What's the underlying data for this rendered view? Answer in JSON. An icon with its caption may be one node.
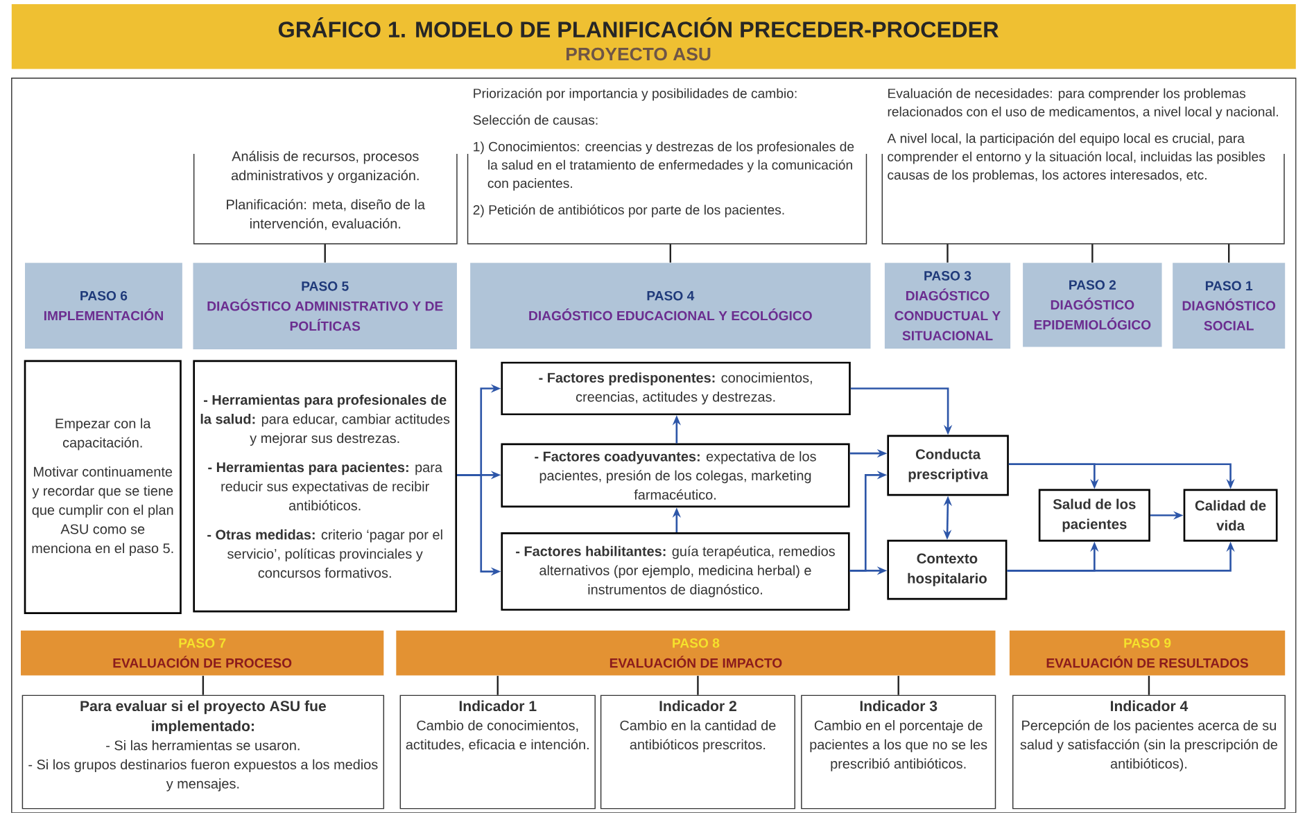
{
  "diagram": {
    "title": "GRÁFICO 1. MODELO DE PLANIFICACIÓN PRECEDER-PROCEDER",
    "nodes": [
      {
        "text": [
          "Análisis de recursos, procesos administrativos y organización.",
          "Planificación: meta, diseño de la intervención, evaluación."
        ]
      },
      {
        "text": [
          "Priorización por importancia y posibilidades de cambio:",
          "Selección de causas:",
          "1) Conocimientos: creencias y destrezas de los profesionales de la salud en el tratamiento de enfermedades y la comunicación con pacientes.",
          "2) Petición de antibióticos por parte de los pacientes."
        ]
      },
      {
        "text": [
          "Evaluación de necesidades: para comprender los problemas relacionados con el uso de medicamentos, a nivel local y nacional.",
          "A nivel local, la participación del equipo local es crucial, para comprender el entorno y la situación local, incluidas las posibles causas de los problemas, los actores interesados, etc."
        ]
      },
      {
        "text": [
          "PASO 6",
          "IMPLEMENTACIÓN"
        ]
      },
      {
        "text": [
          "PASO 5",
          "DIAGÓSTICO ADMINISTRATIVO Y DE POLÍTICAS"
        ]
      },
      {
        "text": [
          "PASO 4",
          "DIAGÓSTICO EDUCACIONAL Y ECOLÓGICO"
        ]
      },
      {
        "text": [
          "PASO 3",
          "DIAGÓSTICO CONDUCTUAL Y SITUACIONAL"
        ]
      },
      {
        "text": [
          "PASO 2",
          "DIAGÓSTICO EPIDEMIOLÓGICO"
        ]
      },
      {
        "text": [
          "PASO 1",
          "DIAGNÓSTICO SOCIAL"
        ]
      },
      {
        "text": [
          "Empezar con la capacitación.",
          "Motivar continuamente y recordar que se tiene que cumplir con el plan ASU como se menciona en el paso 5."
        ]
      },
      {
        "text": [
          "**- Herramientas para profesionales de la salud:** para educar, cambiar actitudes y mejorar sus destrezas.",
          "**- Herramientas para pacientes:** para reducir sus expectativas de recibir antibióticos.",
          "**- Otras medidas:** criterio ‘pagar por el servicio’, políticas provinciales y concursos formativos."
        ]
      },
      {
        "text": [
          "**- Factores predisponentes:** conocimientos, creencias, actitudes y destrezas."
        ]
      },
      {
        "text": [
          "**- Factores coadyuvantes:** expectativa de los pacientes, presión de los colegas, marketing farmacéutico."
        ]
      },
      {
        "text": [
          "**- Factores habilitantes:** guía terapéutica, remedios alternativos (por ejemplo, medicina herbal) e instrumentos de diagnóstico."
        ]
      },
      {
        "text": [
          "Conducta prescriptiva"
        ]
      },
      {
        "text": [
          "Contexto hospitalario"
        ]
      },
      {
        "text": [
          "Salud de los pacientes"
        ]
      },
      {
        "text": [
          "Calidad de vida"
        ]
      },
      {
        "text": [
          "PASO 7",
          "EVALUACIÓN DE PROCESO"
        ]
      },
      {
        "text": [
          "PASO 8",
          "EVALUACIÓN DE IMPACTO"
        ]
      },
      {
        "text": [
          "PASO 9",
          "EVALUACIÓN DE RESULTADOS"
        ]
      },
      {
        "text": [
          "Para evaluar si el proyecto ASU fue implementado:",
          "- Si las herramientas se usaron.",
          "- Si los grupos destinarios fueron expuestos a los medios y mensajes."
        ]
      },
      {
        "text": [
          "Indicador 1",
          "Cambio de conocimientos, actitudes, eficacia e intención."
        ]
      },
      {
        "text": [
          "Indicador 2",
          "Cambio en la cantidad de antibióticos prescritos."
        ]
      },
      {
        "text": [
          "Indicador 3",
          "Cambio en el porcentaje de pacientes a los que no se les prescribió antibióticos."
        ]
      },
      {
        "text": [
          "Indicador 4",
          "Percepción de los pacientes acerca de su salud y satisfacción (sin la prescripción de antibióticos)."
        ]
      }
    ],
    "edges": [
      {
        "from": 0,
        "to": 4,
        "arrow": "none",
        "color": "#222222"
      },
      {
        "from": 1,
        "to": 5,
        "arrow": "none",
        "color": "#222222"
      },
      {
        "from": 2,
        "to": 6,
        "arrow": "none",
        "color": "#222222"
      },
      {
        "from": 2,
        "to": 7,
        "arrow": "none",
        "color": "#222222"
      },
      {
        "from": 2,
        "to": 8,
        "arrow": "none",
        "color": "#222222"
      },
      {
        "from": 18,
        "to": 21,
        "arrow": "none",
        "color": "#222222"
      },
      {
        "from": 19,
        "to": 22,
        "arrow": "none",
        "color": "#222222"
      },
      {
        "from": 19,
        "to": 23,
        "arrow": "none",
        "color": "#222222"
      },
      {
        "from": 19,
        "to": 24,
        "arrow": "none",
        "color": "#222222"
      },
      {
        "from": 20,
        "to": 25,
        "arrow": "none",
        "color": "#222222"
      },
      {
        "from": 10,
        "to": 11,
        "arrow": "to"
      },
      {
        "from": 10,
        "to": 12,
        "arrow": "to"
      },
      {
        "from": 10,
        "to": 13,
        "arrow": "to"
      },
      {
        "from": 12,
        "to": 11,
        "arrow": "to"
      },
      {
        "from": 13,
        "to": 12,
        "arrow": "to"
      },
      {
        "from": 11,
        "to": 14,
        "arrow": "to"
      },
      {
        "from": 12,
        "to": 14,
        "arrow": "to"
      },
      {
        "from": 13,
        "to": 14,
        "arrow": "to"
      },
      {
        "from": 13,
        "to": 15,
        "arrow": "to"
      },
      {
        "from": 14,
        "to": 15,
        "arrow": "both"
      },
      {
        "from": 14,
        "to": 16,
        "arrow": "to"
      },
      {
        "from": 14,
        "to": 17,
        "arrow": "to"
      },
      {
        "from": 15,
        "to": 16,
        "arrow": "to"
      },
      {
        "from": 15,
        "to": 17,
        "arrow": "to"
      },
      {
        "from": 16,
        "to": 17,
        "arrow": "to"
      }
    ],
    "labels": [
      "PROYECTO ASU"
    ]
  }
}
